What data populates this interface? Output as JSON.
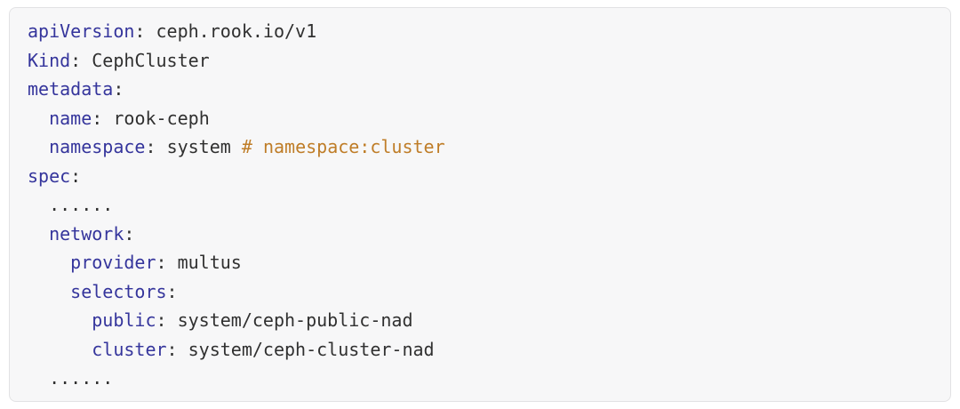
{
  "page": {
    "background": "#ffffff"
  },
  "code_block": {
    "language": "yaml",
    "colors": {
      "background": "#f7f7f8",
      "border": "#e2e2e4",
      "key": "#35359c",
      "text": "#303030",
      "comment": "#bf7d28"
    },
    "lines": [
      {
        "segments": [
          {
            "type": "key",
            "text": "apiVersion"
          },
          {
            "type": "punct",
            "text": ": "
          },
          {
            "type": "value",
            "text": "ceph.rook.io/v1"
          }
        ]
      },
      {
        "segments": [
          {
            "type": "key",
            "text": "Kind"
          },
          {
            "type": "punct",
            "text": ": "
          },
          {
            "type": "value",
            "text": "CephCluster"
          }
        ]
      },
      {
        "segments": [
          {
            "type": "key",
            "text": "metadata"
          },
          {
            "type": "punct",
            "text": ":"
          }
        ]
      },
      {
        "segments": [
          {
            "type": "indent",
            "text": "  "
          },
          {
            "type": "key",
            "text": "name"
          },
          {
            "type": "punct",
            "text": ": "
          },
          {
            "type": "value",
            "text": "rook-ceph"
          }
        ]
      },
      {
        "segments": [
          {
            "type": "indent",
            "text": "  "
          },
          {
            "type": "key",
            "text": "namespace"
          },
          {
            "type": "punct",
            "text": ": "
          },
          {
            "type": "value",
            "text": "system "
          },
          {
            "type": "comment",
            "text": "# namespace:cluster"
          }
        ]
      },
      {
        "segments": [
          {
            "type": "key",
            "text": "spec"
          },
          {
            "type": "punct",
            "text": ":"
          }
        ]
      },
      {
        "segments": [
          {
            "type": "indent",
            "text": "  "
          },
          {
            "type": "ellipsis",
            "text": "......"
          }
        ]
      },
      {
        "segments": [
          {
            "type": "indent",
            "text": "  "
          },
          {
            "type": "key",
            "text": "network"
          },
          {
            "type": "punct",
            "text": ":"
          }
        ]
      },
      {
        "segments": [
          {
            "type": "indent",
            "text": "    "
          },
          {
            "type": "key",
            "text": "provider"
          },
          {
            "type": "punct",
            "text": ": "
          },
          {
            "type": "value",
            "text": "multus"
          }
        ]
      },
      {
        "segments": [
          {
            "type": "indent",
            "text": "    "
          },
          {
            "type": "key",
            "text": "selectors"
          },
          {
            "type": "punct",
            "text": ":"
          }
        ]
      },
      {
        "segments": [
          {
            "type": "indent",
            "text": "      "
          },
          {
            "type": "key",
            "text": "public"
          },
          {
            "type": "punct",
            "text": ": "
          },
          {
            "type": "value",
            "text": "system/ceph-public-nad"
          }
        ]
      },
      {
        "segments": [
          {
            "type": "indent",
            "text": "      "
          },
          {
            "type": "key",
            "text": "cluster"
          },
          {
            "type": "punct",
            "text": ": "
          },
          {
            "type": "value",
            "text": "system/ceph-cluster-nad"
          }
        ]
      },
      {
        "segments": [
          {
            "type": "indent",
            "text": "  "
          },
          {
            "type": "ellipsis",
            "text": "......"
          }
        ]
      }
    ]
  }
}
